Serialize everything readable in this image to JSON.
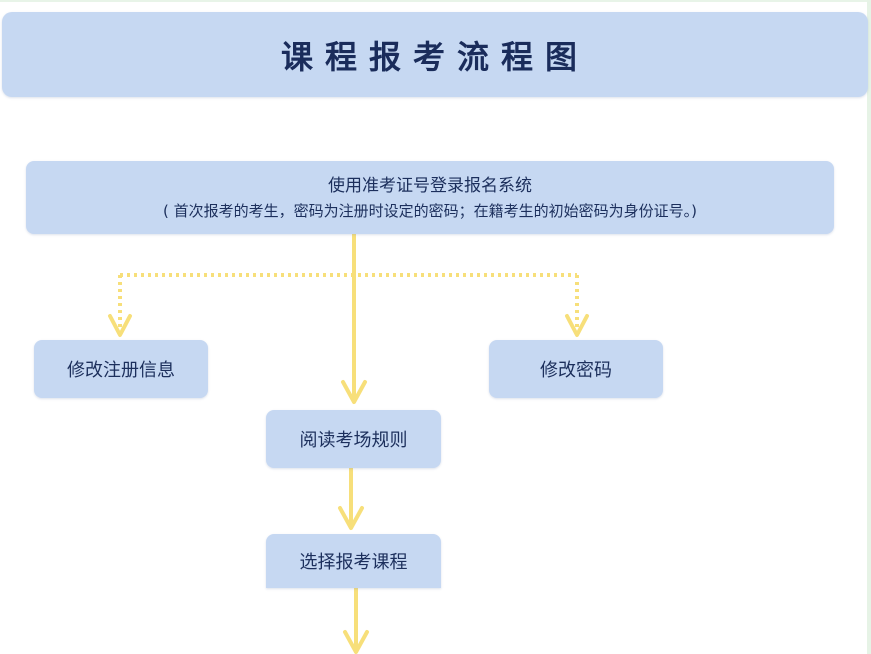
{
  "title": "课程报考流程图",
  "nodes": {
    "login": {
      "line1": "使用准考证号登录报名系统",
      "line2": "( 首次报考的考生，密码为注册时设定的密码；在籍考生的初始密码为身份证号。)"
    },
    "modify_registration": "修改注册信息",
    "modify_password": "修改密码",
    "read_rules": "阅读考场规则",
    "select_courses": "选择报考课程"
  },
  "colors": {
    "box_fill": "#c6d8f2",
    "text": "#1c2f5c",
    "arrow": "#f7df7a"
  }
}
